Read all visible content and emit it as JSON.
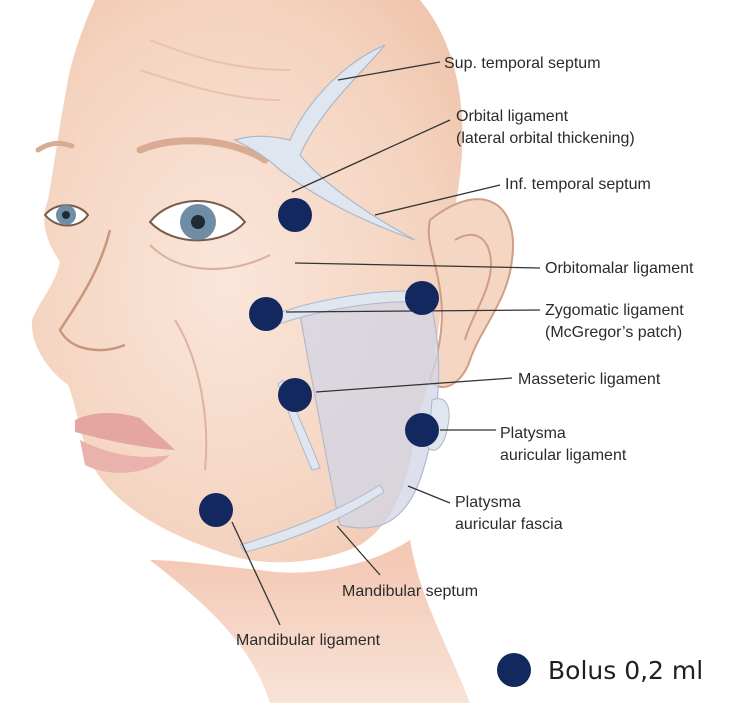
{
  "labels": {
    "sup_temporal_septum": "Sup. temporal septum",
    "orbital_ligament_1": "Orbital ligament",
    "orbital_ligament_2": "(lateral orbital thickening)",
    "inf_temporal_septum": "Inf. temporal septum",
    "orbitomalar_ligament": "Orbitomalar ligament",
    "zygomatic_ligament_1": "Zygomatic ligament",
    "zygomatic_ligament_2": "(McGregor’s patch)",
    "masseteric_ligament": "Masseteric ligament",
    "platysma_aur_lig_1": "Platysma",
    "platysma_aur_lig_2": "auricular ligament",
    "platysma_aur_fascia_1": "Platysma",
    "platysma_aur_fascia_2": "auricular fascia",
    "mandibular_septum": "Mandibular septum",
    "mandibular_ligament": "Mandibular ligament"
  },
  "legend": {
    "text": "Bolus 0,2 ml"
  },
  "colors": {
    "dot": "#13285f",
    "skin": "#f6d9c8",
    "ligament": "#dfe6ef"
  }
}
